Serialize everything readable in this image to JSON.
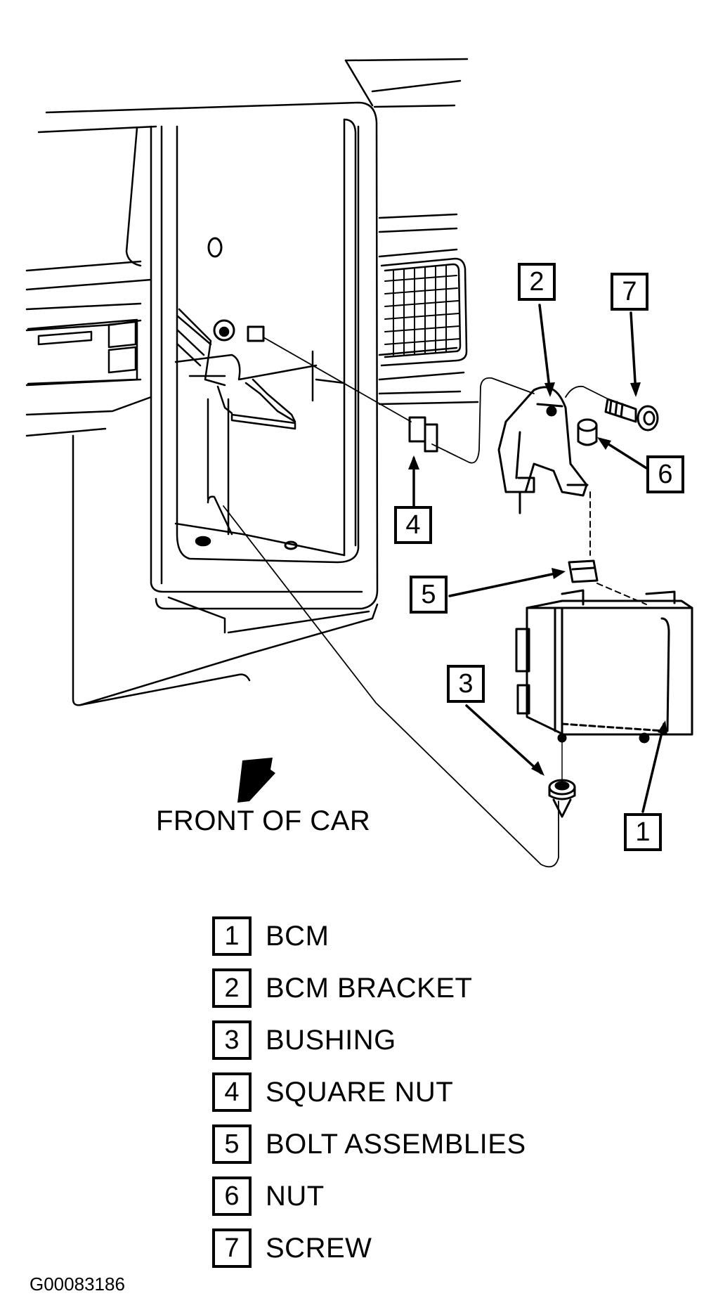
{
  "figure": {
    "orientation_label": "FRONT OF CAR",
    "figure_id": "G00083186",
    "callouts": [
      {
        "num": "1",
        "part": "BCM"
      },
      {
        "num": "2",
        "part": "BCM BRACKET"
      },
      {
        "num": "3",
        "part": "BUSHING"
      },
      {
        "num": "4",
        "part": "SQUARE NUT"
      },
      {
        "num": "5",
        "part": "BOLT ASSEMBLIES"
      },
      {
        "num": "6",
        "part": "NUT"
      },
      {
        "num": "7",
        "part": "SCREW"
      }
    ]
  },
  "legend": [
    {
      "num": "1",
      "label": "BCM"
    },
    {
      "num": "2",
      "label": "BCM BRACKET"
    },
    {
      "num": "3",
      "label": "BUSHING"
    },
    {
      "num": "4",
      "label": "SQUARE NUT"
    },
    {
      "num": "5",
      "label": "BOLT ASSEMBLIES"
    },
    {
      "num": "6",
      "label": "NUT"
    },
    {
      "num": "7",
      "label": "SCREW"
    }
  ]
}
